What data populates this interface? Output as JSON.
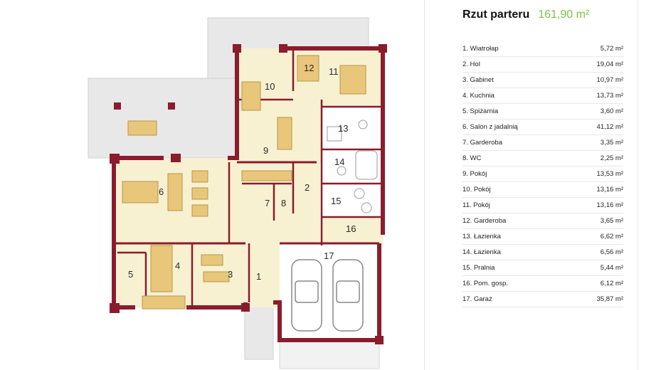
{
  "panel": {
    "title": "Rzut parteru",
    "area": "161,90 m²",
    "rooms": [
      {
        "name": "1. Wiatrołap",
        "area": "5,72 m²"
      },
      {
        "name": "2. Hol",
        "area": "19,04 m²"
      },
      {
        "name": "3. Gabinet",
        "area": "10,97 m²"
      },
      {
        "name": "4. Kuchnia",
        "area": "13,73 m²"
      },
      {
        "name": "5. Spiżarnia",
        "area": "3,60 m²"
      },
      {
        "name": "6. Salon z jadalnią",
        "area": "41,12 m²"
      },
      {
        "name": "7. Garderoba",
        "area": "3,35 m²"
      },
      {
        "name": "8. WC",
        "area": "2,25 m²"
      },
      {
        "name": "9. Pokój",
        "area": "13,53 m²"
      },
      {
        "name": "10. Pokój",
        "area": "13,16 m²"
      },
      {
        "name": "11. Pokój",
        "area": "13,16 m²"
      },
      {
        "name": "12. Garderoba",
        "area": "3,65 m²"
      },
      {
        "name": "13. Łazienka",
        "area": "6,62 m²"
      },
      {
        "name": "14. Łazienka",
        "area": "6,56 m²"
      },
      {
        "name": "15. Pralnia",
        "area": "5,44 m²"
      },
      {
        "name": "16. Pom. gosp.",
        "area": "6,12 m²"
      },
      {
        "name": "17. Garaż",
        "area": "35,87 m²"
      }
    ]
  },
  "plan": {
    "labels": [
      "1",
      "2",
      "3",
      "4",
      "5",
      "6",
      "7",
      "8",
      "9",
      "10",
      "11",
      "12",
      "13",
      "14",
      "15",
      "16",
      "17"
    ],
    "colors": {
      "wall": "#8b1c2c",
      "floor": "#f7f1d2",
      "terrace": "#e8e8e8",
      "garage": "#ffffff",
      "furniture": "#e8c77a"
    }
  }
}
